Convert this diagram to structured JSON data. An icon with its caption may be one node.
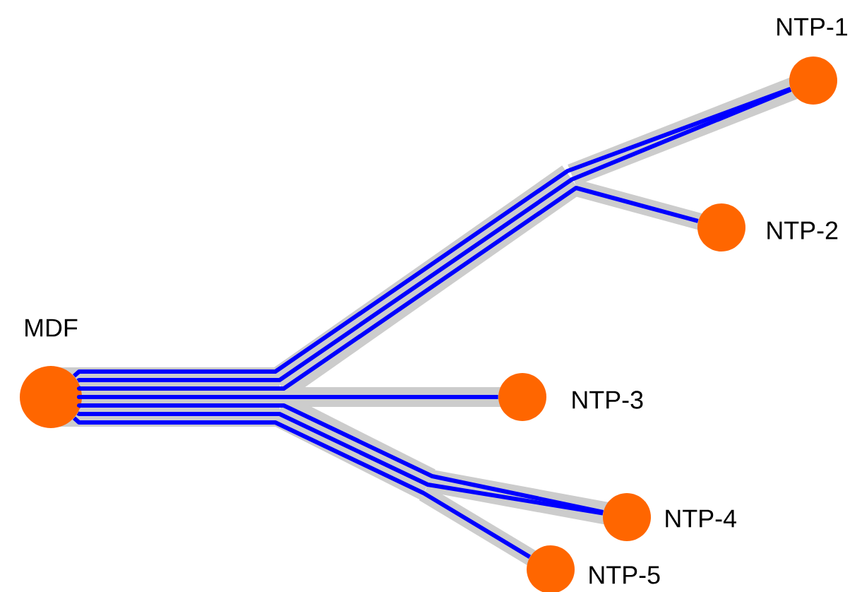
{
  "diagram": {
    "nodes": [
      {
        "text": [
          "MDF"
        ]
      },
      {
        "text": [
          "NTP-1"
        ]
      },
      {
        "text": [
          "NTP-2"
        ]
      },
      {
        "text": [
          "NTP-3"
        ]
      },
      {
        "text": [
          "NTP-4"
        ]
      },
      {
        "text": [
          "NTP-5"
        ]
      }
    ],
    "edges": [
      {
        "from": 0,
        "to": 1,
        "arrow": "none"
      },
      {
        "from": 0,
        "to": 1,
        "arrow": "none"
      },
      {
        "from": 0,
        "to": 2,
        "arrow": "none"
      },
      {
        "from": 0,
        "to": 3,
        "arrow": "none"
      },
      {
        "from": 0,
        "to": 4,
        "arrow": "none"
      },
      {
        "from": 0,
        "to": 4,
        "arrow": "none"
      },
      {
        "from": 0,
        "to": 5,
        "arrow": "none"
      }
    ]
  }
}
